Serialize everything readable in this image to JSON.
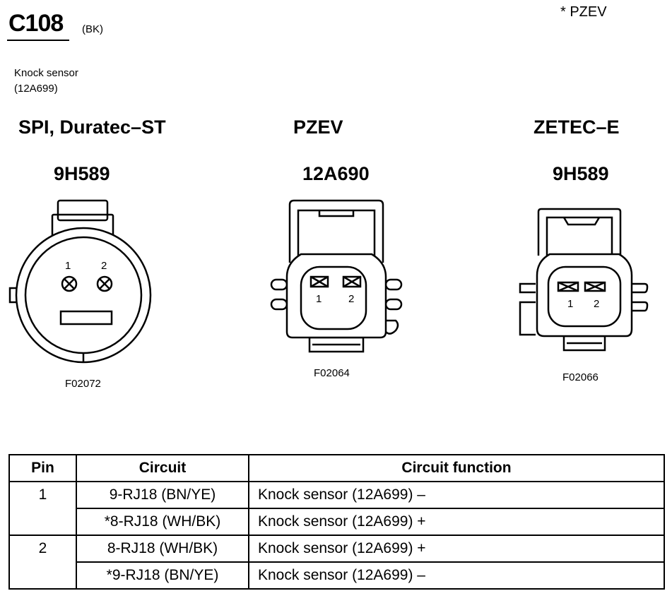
{
  "header": {
    "connector": "C108",
    "color": "(BK)",
    "legend": "*    PZEV",
    "component_name": "Knock sensor",
    "component_number": "(12A699)"
  },
  "views": [
    {
      "variant": "SPI, Duratec–ST",
      "part_number": "9H589",
      "figure": "F02072",
      "pins": [
        "1",
        "2"
      ]
    },
    {
      "variant": "PZEV",
      "part_number": "12A690",
      "figure": "F02064",
      "pins": [
        "1",
        "2"
      ]
    },
    {
      "variant": "ZETEC–E",
      "part_number": "9H589",
      "figure": "F02066",
      "pins": [
        "1",
        "2"
      ]
    }
  ],
  "table": {
    "headers": [
      "Pin",
      "Circuit",
      "Circuit function"
    ],
    "rows": [
      {
        "pin": "1",
        "circuit": "9-RJ18 (BN/YE)",
        "function": "Knock sensor (12A699) –"
      },
      {
        "pin": "",
        "circuit": "*8-RJ18 (WH/BK)",
        "function": "Knock sensor (12A699) +"
      },
      {
        "pin": "2",
        "circuit": "8-RJ18 (WH/BK)",
        "function": "Knock sensor (12A699) +"
      },
      {
        "pin": "",
        "circuit": "*9-RJ18 (BN/YE)",
        "function": "Knock sensor (12A699) –"
      }
    ]
  }
}
